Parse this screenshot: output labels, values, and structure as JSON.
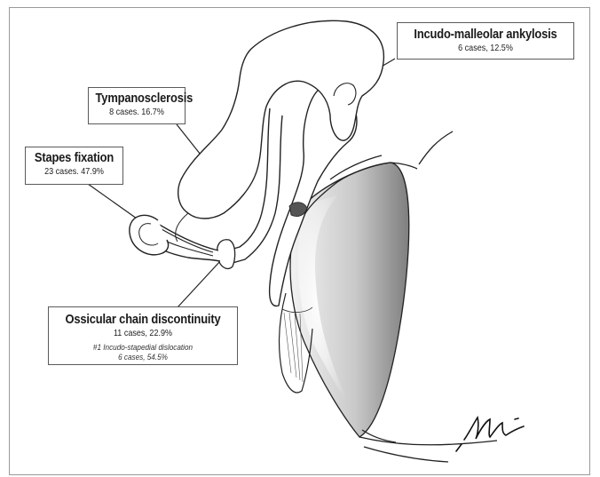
{
  "labels": {
    "incudo_malleolar": {
      "title": "Incudo-malleolar ankylosis",
      "stats": "6 cases, 12.5%"
    },
    "tympanosclerosis": {
      "title": "Tympanosclerosis",
      "stats": "8 cases. 16.7%"
    },
    "stapes_fixation": {
      "title": "Stapes fixation",
      "stats": "23 cases. 47.9%"
    },
    "ossicular_chain": {
      "title": "Ossicular chain discontinuity",
      "stats": "11 cases, 22.9%",
      "note_line1": "#1 Incudo-stapedial dislocation",
      "note_line2": "6 cases, 54.5%"
    }
  },
  "signature": "Mi",
  "colors": {
    "stroke": "#222222",
    "border": "#5a5a5a",
    "shade_dark": "#8c8c8c",
    "shade_light": "#f7f7f7"
  }
}
